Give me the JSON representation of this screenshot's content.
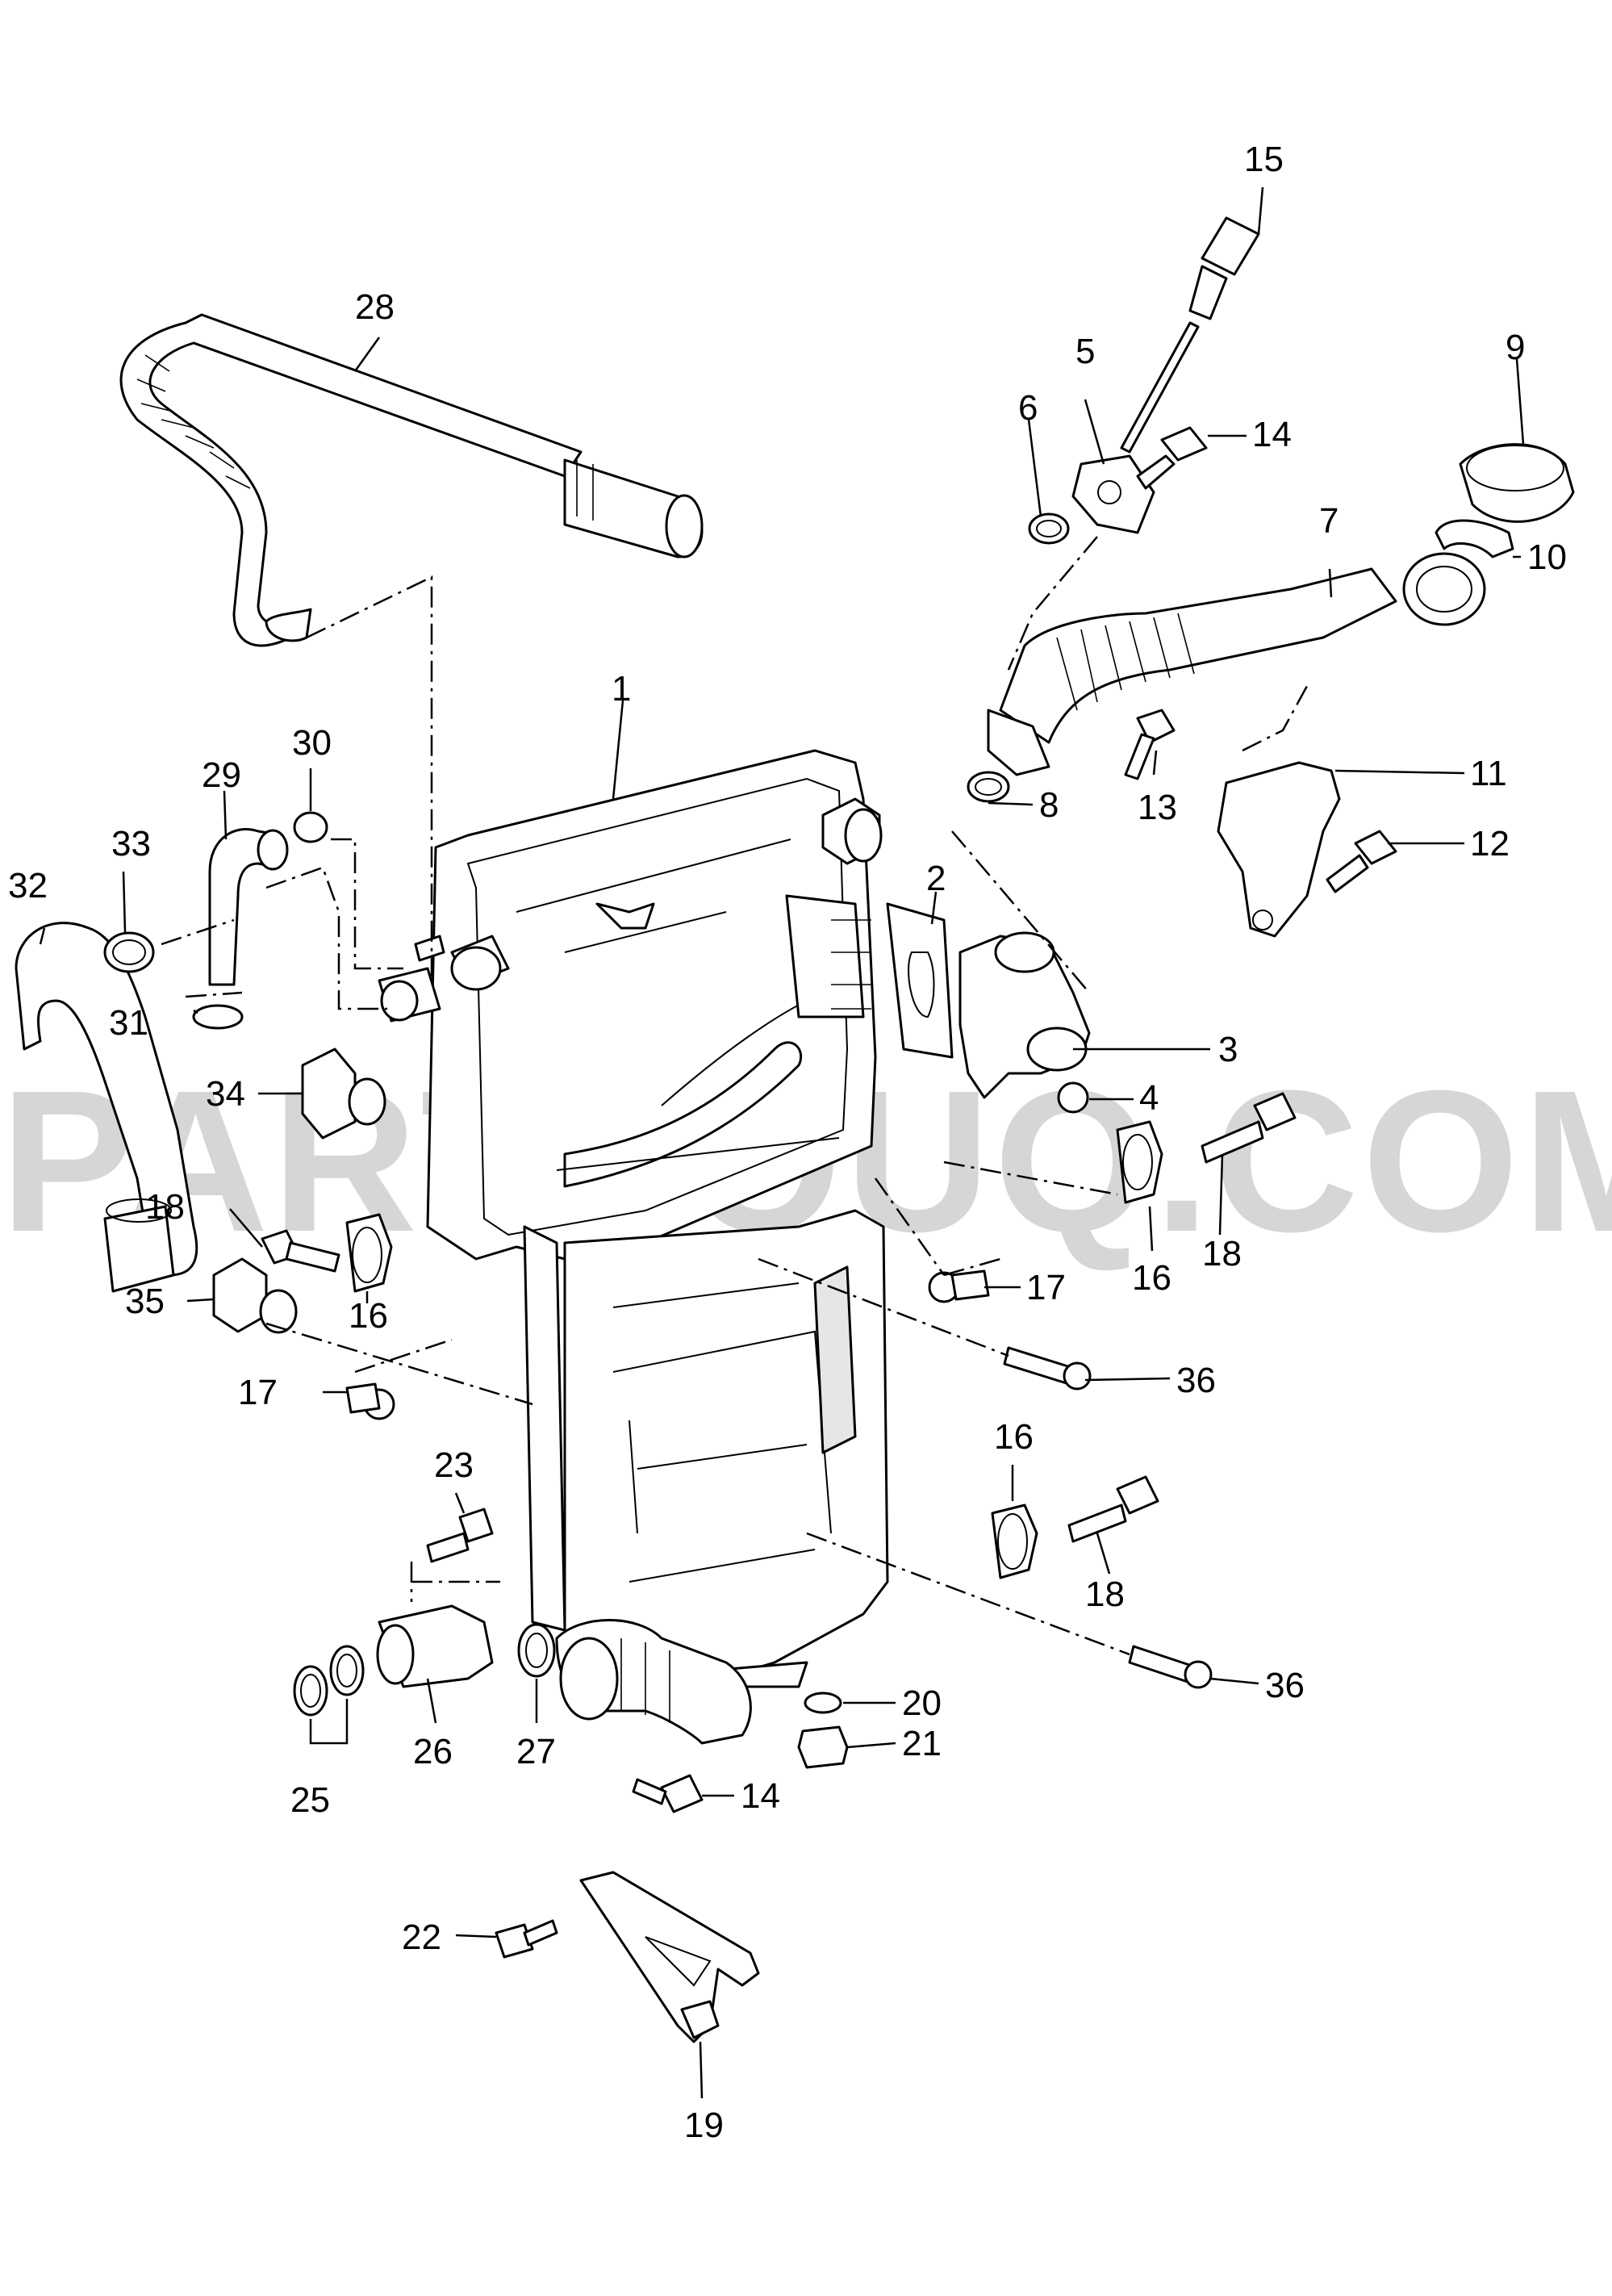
{
  "watermark": "PARTSOUQ.COM",
  "callouts": [
    {
      "id": "c1",
      "text": "1"
    },
    {
      "id": "c2",
      "text": "2"
    },
    {
      "id": "c3",
      "text": "3"
    },
    {
      "id": "c4",
      "text": "4"
    },
    {
      "id": "c5",
      "text": "5"
    },
    {
      "id": "c6",
      "text": "6"
    },
    {
      "id": "c7",
      "text": "7"
    },
    {
      "id": "c8",
      "text": "8"
    },
    {
      "id": "c9",
      "text": "9"
    },
    {
      "id": "c10",
      "text": "10"
    },
    {
      "id": "c11",
      "text": "11"
    },
    {
      "id": "c12",
      "text": "12"
    },
    {
      "id": "c13",
      "text": "13"
    },
    {
      "id": "c14a",
      "text": "14"
    },
    {
      "id": "c14b",
      "text": "14"
    },
    {
      "id": "c15",
      "text": "15"
    },
    {
      "id": "c16a",
      "text": "16"
    },
    {
      "id": "c16b",
      "text": "16"
    },
    {
      "id": "c16c",
      "text": "16"
    },
    {
      "id": "c17a",
      "text": "17"
    },
    {
      "id": "c17b",
      "text": "17"
    },
    {
      "id": "c18a",
      "text": "18"
    },
    {
      "id": "c18b",
      "text": "18"
    },
    {
      "id": "c18c",
      "text": "18"
    },
    {
      "id": "c19",
      "text": "19"
    },
    {
      "id": "c20",
      "text": "20"
    },
    {
      "id": "c21",
      "text": "21"
    },
    {
      "id": "c22",
      "text": "22"
    },
    {
      "id": "c23",
      "text": "23"
    },
    {
      "id": "c25",
      "text": "25"
    },
    {
      "id": "c26",
      "text": "26"
    },
    {
      "id": "c27",
      "text": "27"
    },
    {
      "id": "c28",
      "text": "28"
    },
    {
      "id": "c29",
      "text": "29"
    },
    {
      "id": "c30",
      "text": "30"
    },
    {
      "id": "c31",
      "text": "31"
    },
    {
      "id": "c32",
      "text": "32"
    },
    {
      "id": "c33",
      "text": "33"
    },
    {
      "id": "c34",
      "text": "34"
    },
    {
      "id": "c35",
      "text": "35"
    },
    {
      "id": "c36a",
      "text": "36"
    },
    {
      "id": "c36b",
      "text": "36"
    }
  ]
}
